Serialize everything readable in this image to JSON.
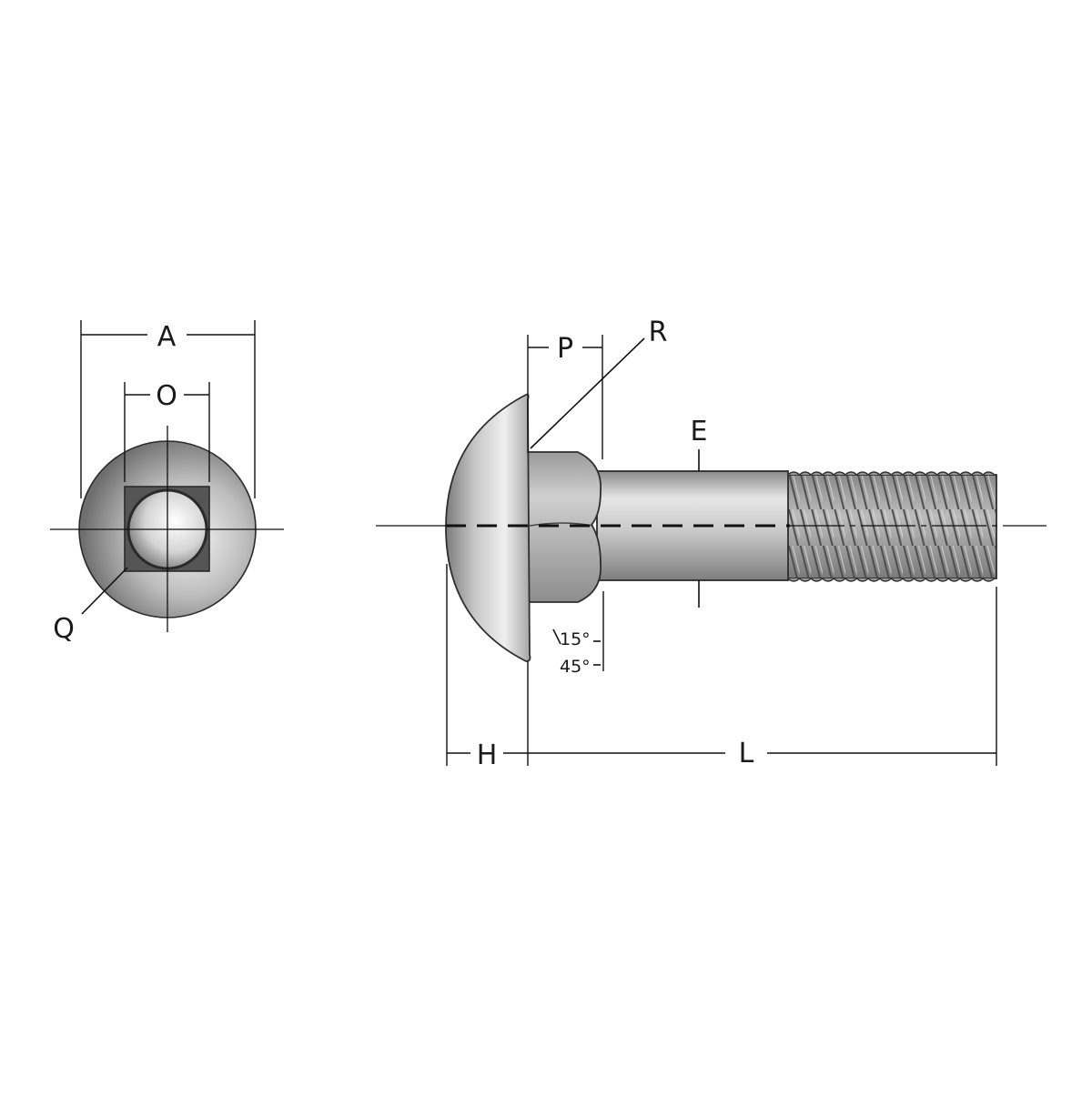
{
  "dimensions": {
    "A": "A",
    "O": "O",
    "Q": "Q",
    "P": "P",
    "R": "R",
    "E": "E",
    "H": "H",
    "L": "L"
  },
  "angles": {
    "upper": "15°",
    "lower": "45°"
  },
  "colors": {
    "line": "#111111",
    "steel_dark": "#5e5e5e",
    "steel_mid": "#a9a9a9",
    "steel_light": "#eeeeee",
    "thread": "#6a6a6a"
  }
}
